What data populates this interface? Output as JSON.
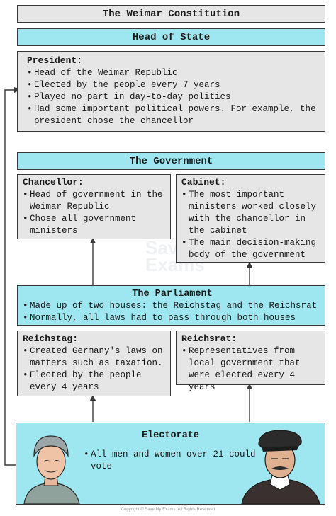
{
  "title": "The Weimar Constitution",
  "head_of_state": {
    "header": "Head of State",
    "president": {
      "label": "President:",
      "items": [
        "Head of the Weimar Republic",
        "Elected by the people every 7 years",
        "Played no part in day-to-day politics",
        "Had some important political powers. For example, the president chose the chancellor"
      ]
    }
  },
  "government": {
    "header": "The Government",
    "chancellor": {
      "label": "Chancellor:",
      "items": [
        "Head of government in the Weimar Republic",
        "Chose all government ministers"
      ]
    },
    "cabinet": {
      "label": "Cabinet:",
      "items": [
        "The most important ministers worked closely with the chancellor in the cabinet",
        "The main decision-making body of the government"
      ]
    }
  },
  "parliament": {
    "title": "The Parliament",
    "items": [
      "Made up of two houses: the Reichstag and the Reichsrat",
      "Normally, all laws had to pass through both houses"
    ],
    "reichstag": {
      "label": "Reichstag:",
      "items": [
        "Created Germany's laws on matters such as taxation.",
        "Elected by the people every 4 years"
      ]
    },
    "reichsrat": {
      "label": "Reichsrat:",
      "items": [
        "Representatives from local government that were elected every 4 years"
      ]
    }
  },
  "electorate": {
    "title": "Electorate",
    "items": [
      "All men and women over 21 could vote"
    ]
  },
  "watermark": {
    "line1": "Save My",
    "line2": "Exams"
  },
  "copyright": "Copyright © Save My Exams. All Rights Reserved",
  "colors": {
    "cyan": "#9fe7f0",
    "grey": "#e6e6e6",
    "border": "#3a3a3a"
  }
}
